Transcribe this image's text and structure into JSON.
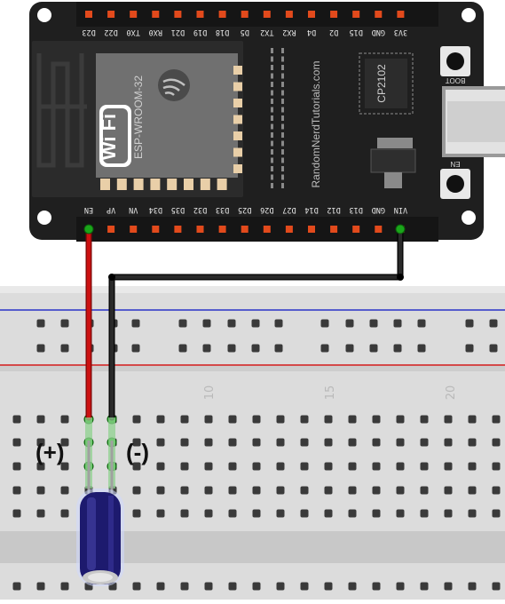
{
  "board": {
    "module_label": "ESP-WROOM-32",
    "wifi_label": "Wi Fi",
    "usb_chip": "CP2102",
    "brand_text": "RandomNerdTutorials.com",
    "boot_button": "BOOT",
    "en_button": "EN",
    "top_pins": [
      "D23",
      "D22",
      "TX0",
      "RX0",
      "D21",
      "D19",
      "D18",
      "D5",
      "TX2",
      "RX2",
      "D4",
      "D2",
      "D15",
      "GND",
      "3V3"
    ],
    "bottom_pins": [
      "EN",
      "VP",
      "VN",
      "D34",
      "D35",
      "D32",
      "D33",
      "D25",
      "D26",
      "D27",
      "D14",
      "D12",
      "D13",
      "GND",
      "VIN"
    ]
  },
  "breadboard": {
    "column_numbers": [
      "10",
      "15",
      "20"
    ]
  },
  "capacitor": {
    "positive_label": "(+)",
    "negative_label": "(-)"
  },
  "colors": {
    "board": "#1f1f1f",
    "header_pin": "#e24a1c",
    "wire_positive": "#cc1111",
    "wire_negative": "#111111",
    "rail_blue": "#2a33c8",
    "rail_red": "#d11a1a",
    "capacitor": "#1d1a6e"
  }
}
